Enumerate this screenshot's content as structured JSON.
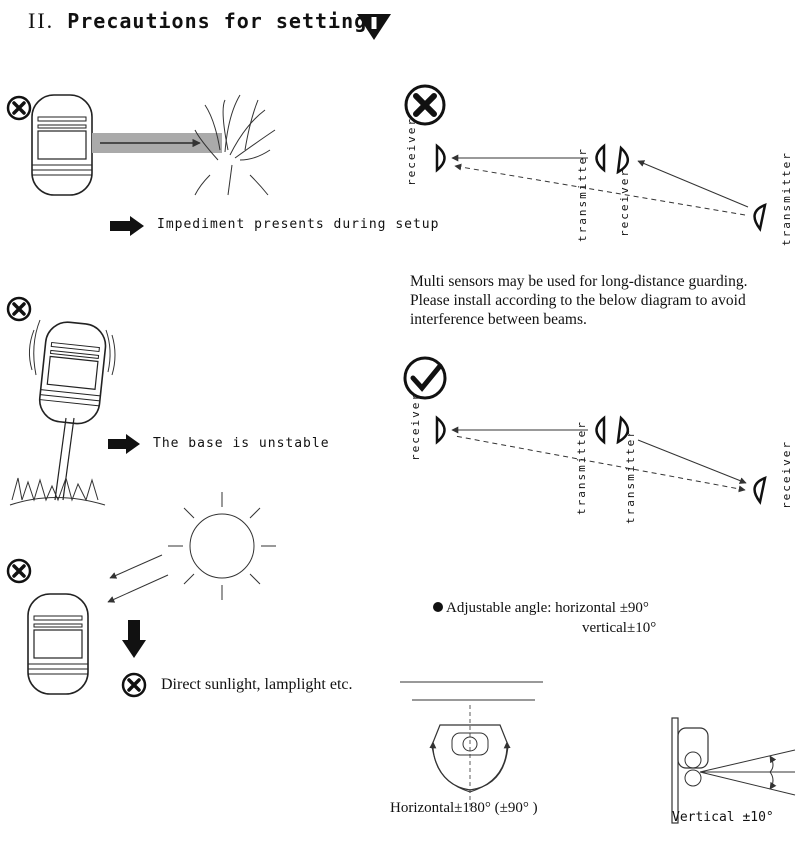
{
  "section": {
    "number": "II.",
    "title": "Precautions for setting"
  },
  "captions": {
    "impediment": "Impediment presents during setup",
    "unstable_base": "The base is unstable",
    "sunlight": "Direct sunlight, lamplight etc."
  },
  "multi_sensor_note": "Multi sensors may be used for long-distance guarding. Please install according to the below diagram to avoid interference between beams.",
  "beam_labels": {
    "receiver": "receiver",
    "transmitter": "transmitter"
  },
  "angle": {
    "heading": "Adjustable angle: horizontal ±90°",
    "vertical": "vertical±10°",
    "horizontal_caption": "Horizontal±180° (±90° )",
    "vertical_caption": "Vertical ±10°"
  },
  "icons": {
    "wrong": "x-circle-icon",
    "correct": "check-circle-icon",
    "warning": "warning-triangle-icon",
    "arrow": "right-arrow-icon"
  }
}
